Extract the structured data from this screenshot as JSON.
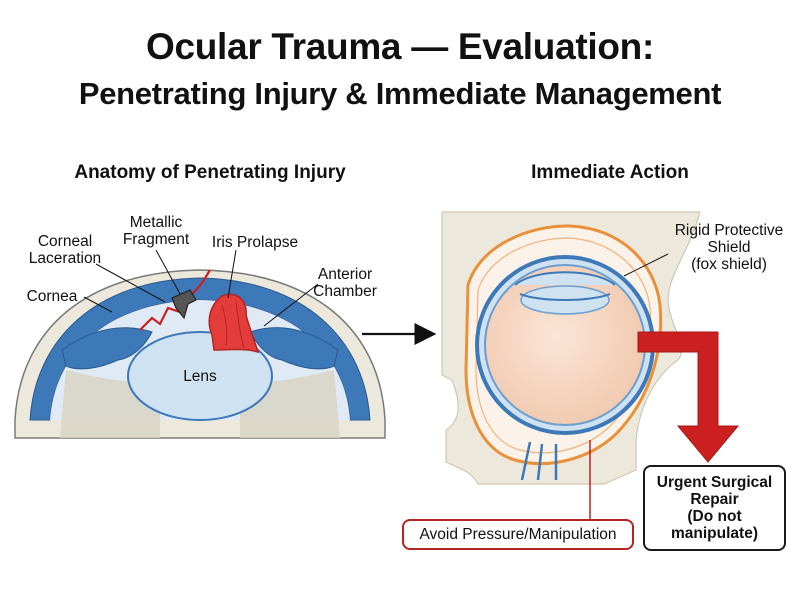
{
  "title": {
    "line1": "Ocular Trauma — Evaluation:",
    "line2": "Penetrating Injury & Immediate Management"
  },
  "left_panel": {
    "heading": "Anatomy of Penetrating Injury",
    "labels": {
      "metallic_fragment_1": "Metallic",
      "metallic_fragment_2": "Fragment",
      "corneal_laceration_1": "Corneal",
      "corneal_laceration_2": "Laceration",
      "iris_prolapse": "Iris Prolapse",
      "anterior_chamber_1": "Anterior",
      "anterior_chamber_2": "Chamber",
      "cornea": "Cornea",
      "lens": "Lens"
    }
  },
  "right_panel": {
    "heading": "Immediate Action",
    "labels": {
      "shield_1": "Rigid Protective",
      "shield_2": "Shield",
      "shield_3": "(fox shield)"
    },
    "avoid_box": "Avoid Pressure/Manipulation",
    "urgent_box": {
      "line1": "Urgent Surgical",
      "line2": "Repair",
      "line3": "(Do not",
      "line4": "manipulate)"
    }
  },
  "colors": {
    "alert_red": "#cc1f1f",
    "shield_orange": "#e8913a",
    "eye_blue": "#3d78b8",
    "lens_blue": "#cfe2f2",
    "skin_beige": "#ece8dc"
  }
}
